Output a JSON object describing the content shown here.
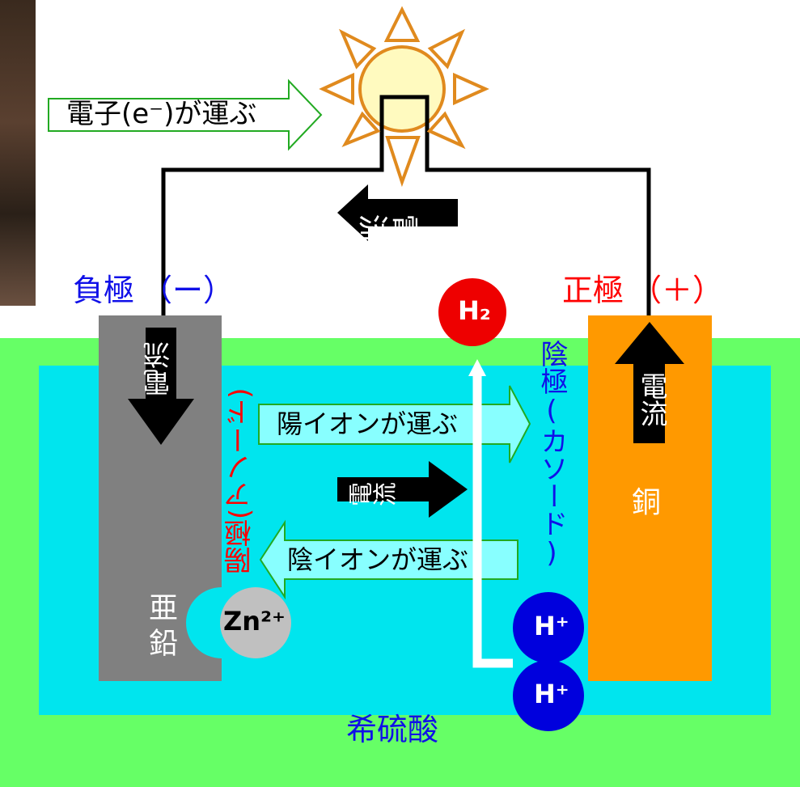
{
  "labels": {
    "electron_flow": "電子(e⁻)が運ぶ",
    "current_arrow": "電流",
    "negative_pole": "負極",
    "negative_sign": "（ー）",
    "positive_pole": "正極",
    "positive_sign": "（＋）",
    "anode": "陽極(アノード)",
    "cathode": "陰極(カソード)",
    "cation_flow": "陽イオンが運ぶ",
    "anion_flow": "陰イオンが運ぶ",
    "zinc": "亜鉛",
    "copper": "銅",
    "electrolyte": "希硫酸",
    "zn_ion": "Zn²⁺",
    "h_ion_1": "H⁺",
    "h_ion_2": "H⁺",
    "h2_gas": "H₂"
  },
  "colors": {
    "negative": "#1010e8",
    "positive": "#ff0000",
    "electrolyte": "#00e5ee",
    "container": "#66ff66",
    "zinc": "#808080",
    "copper": "#ff9900",
    "bulb_fill": "#fffabf",
    "bulb_stroke": "#e08a1e",
    "callout_stroke": "#22aa22",
    "callout_fill": "#ffffff",
    "callout_fill_ion": "#88ffff",
    "h_ion": "#0000dd",
    "h2": "#ee0000",
    "zn_ion_fill": "#c0c0c0"
  },
  "icons": {
    "bulb": "light-bulb-icon",
    "current": "arrow-icon"
  }
}
